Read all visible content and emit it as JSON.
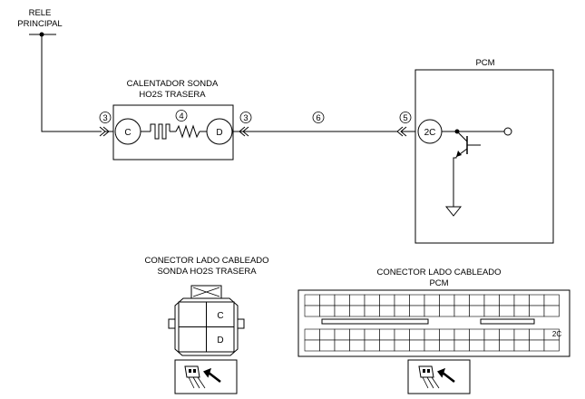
{
  "relay": {
    "label_line1": "RELE",
    "label_line2": "PRINCIPAL"
  },
  "heater": {
    "title_line1": "CALENTADOR SONDA",
    "title_line2": "HO2S TRASERA",
    "pin_left": "C",
    "pin_right": "D"
  },
  "pcm": {
    "title": "PCM",
    "pin": "2C"
  },
  "callouts": {
    "left_conn": "3",
    "element": "4",
    "right_conn": "3",
    "wire": "6",
    "pcm_conn": "5"
  },
  "connector_sensor": {
    "title_line1": "CONECTOR LADO CABLEADO",
    "title_line2": "SONDA HO2S TRASERA",
    "cell_c": "C",
    "cell_d": "D"
  },
  "connector_pcm": {
    "title_line1": "CONECTOR LADO CABLEADO",
    "title_line2": "PCM",
    "cell_2c": "2C"
  }
}
